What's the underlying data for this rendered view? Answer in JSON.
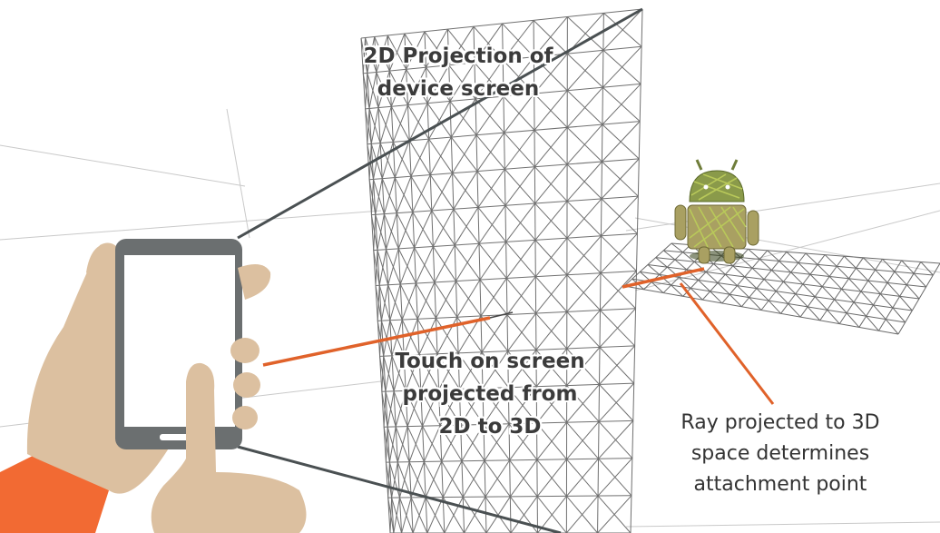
{
  "labels": {
    "projection": [
      "2D Projection of",
      "device screen"
    ],
    "touch": [
      "Touch on screen",
      "projected from",
      "2D to 3D"
    ],
    "ray": [
      "Ray projected to 3D",
      "space determines",
      "attachment point"
    ]
  },
  "colors": {
    "ray": "#e0622a",
    "sleeve": "#f26a33",
    "skin": "#dcc0a0",
    "phone": "#6b6f70",
    "android": "#8a9a4a",
    "android_stripe": "#b9c95a",
    "grid": "#555555"
  },
  "icons": [
    "hand-holding-phone-icon",
    "android-robot-icon"
  ]
}
